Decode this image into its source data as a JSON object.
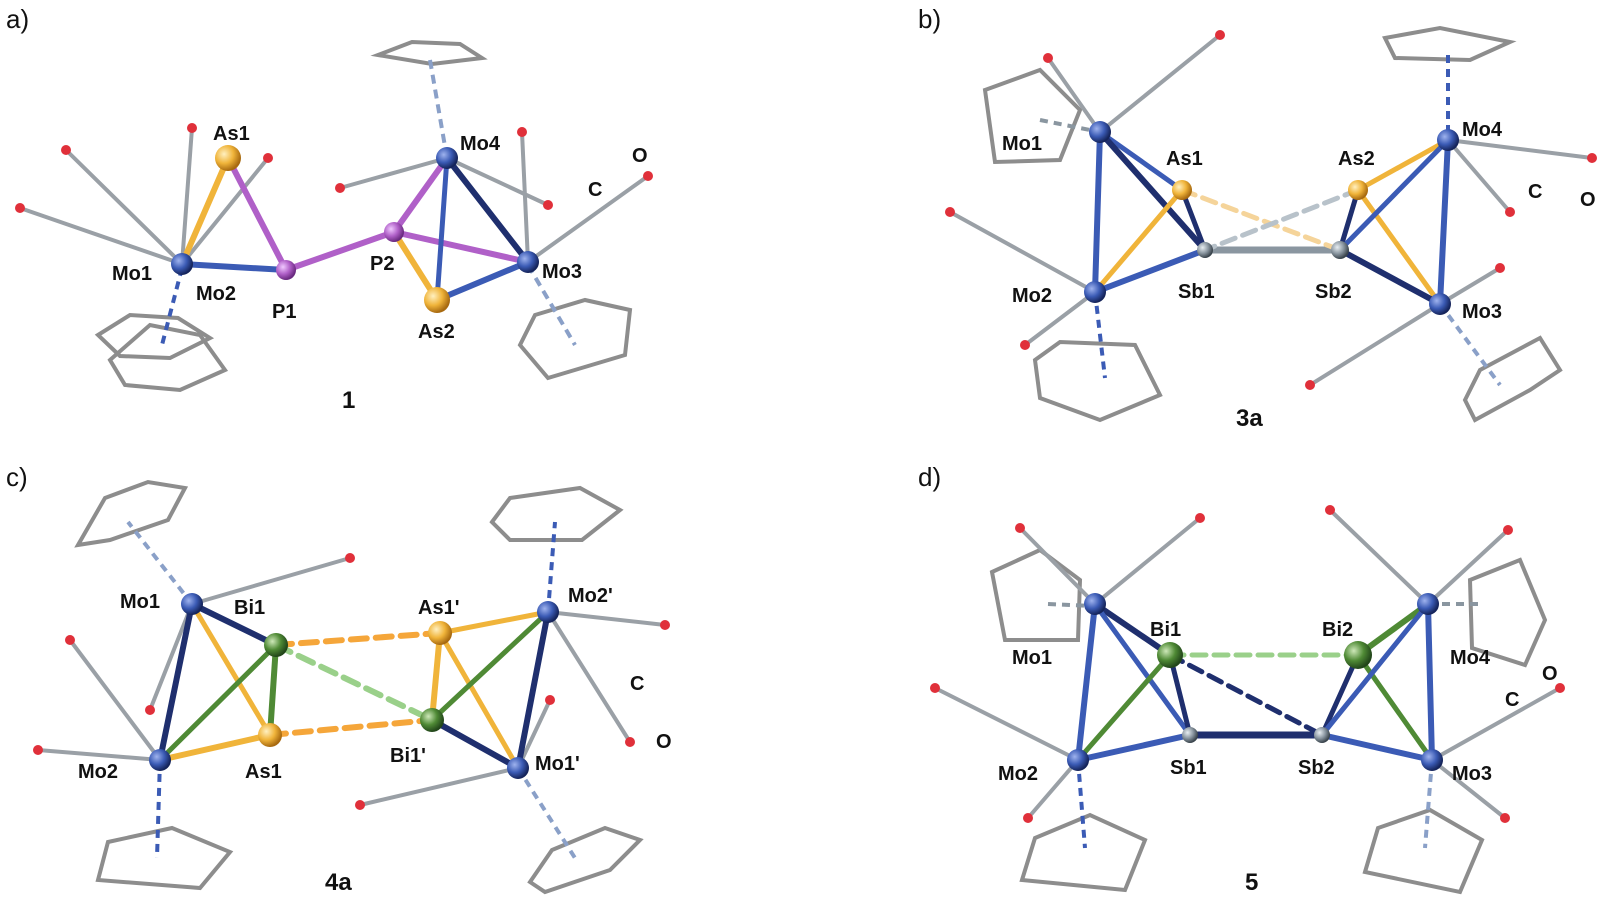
{
  "colors": {
    "mo": "#3b5bb5",
    "mo_dark": "#1f2f6e",
    "as": "#f0b43a",
    "p": "#b060c8",
    "sb": "#8a96a0",
    "bi": "#4f8a35",
    "carbon": "#9aa0a6",
    "oxygen": "#e0303a",
    "ring": "#8d8d8d"
  },
  "panels": [
    {
      "tag": "a)",
      "compound": "1",
      "labels": [
        "As1",
        "Mo4",
        "C",
        "O",
        "Mo1",
        "Mo2",
        "P1",
        "P2",
        "Mo3",
        "As2"
      ]
    },
    {
      "tag": "b)",
      "compound": "3a",
      "labels": [
        "Mo1",
        "As1",
        "As2",
        "Mo4",
        "C",
        "O",
        "Mo2",
        "Sb1",
        "Sb2",
        "Mo3"
      ]
    },
    {
      "tag": "c)",
      "compound": "4a",
      "labels": [
        "Mo1",
        "Bi1",
        "As1'",
        "Mo2'",
        "C",
        "O",
        "Mo2",
        "As1",
        "Bi1'",
        "Mo1'"
      ]
    },
    {
      "tag": "d)",
      "compound": "5",
      "labels": [
        "Mo1",
        "Bi1",
        "Bi2",
        "Mo4",
        "O",
        "C",
        "Mo2",
        "Sb1",
        "Sb2",
        "Mo3"
      ]
    }
  ]
}
